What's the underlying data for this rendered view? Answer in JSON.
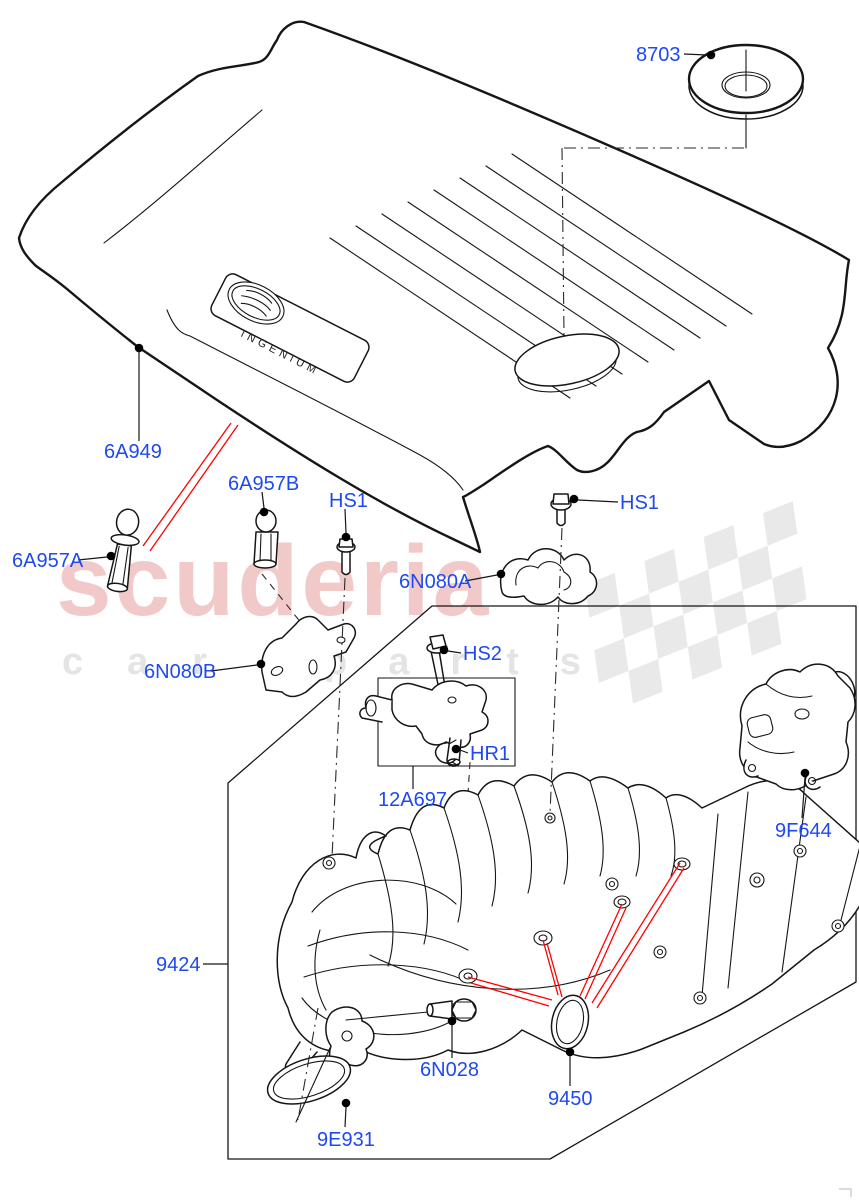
{
  "watermark": {
    "brand": "scuderia",
    "tagline_word1": "car",
    "tagline_word2": "parts",
    "brand_color": "#f2c9c9",
    "tagline_color": "#e4e4e4"
  },
  "cover": {
    "badge_text": "INGENIUM"
  },
  "colors": {
    "part_label_blue": "#1e49f0",
    "indicator_red": "#ff0000",
    "line_black": "#161616",
    "flag_gray": "#e9e9e9"
  },
  "labels": [
    {
      "id": "8703",
      "text": "8703"
    },
    {
      "id": "6A949",
      "text": "6A949"
    },
    {
      "id": "6A957A",
      "text": "6A957A"
    },
    {
      "id": "6A957B",
      "text": "6A957B"
    },
    {
      "id": "HS1-left",
      "text": "HS1"
    },
    {
      "id": "HS1-right",
      "text": "HS1"
    },
    {
      "id": "6N080A",
      "text": "6N080A"
    },
    {
      "id": "6N080B",
      "text": "6N080B"
    },
    {
      "id": "HS2",
      "text": "HS2"
    },
    {
      "id": "HR1",
      "text": "HR1"
    },
    {
      "id": "12A697",
      "text": "12A697"
    },
    {
      "id": "9F644",
      "text": "9F644"
    },
    {
      "id": "9424",
      "text": "9424"
    },
    {
      "id": "6N028",
      "text": "6N028"
    },
    {
      "id": "9450",
      "text": "9450"
    },
    {
      "id": "9E931",
      "text": "9E931"
    }
  ]
}
